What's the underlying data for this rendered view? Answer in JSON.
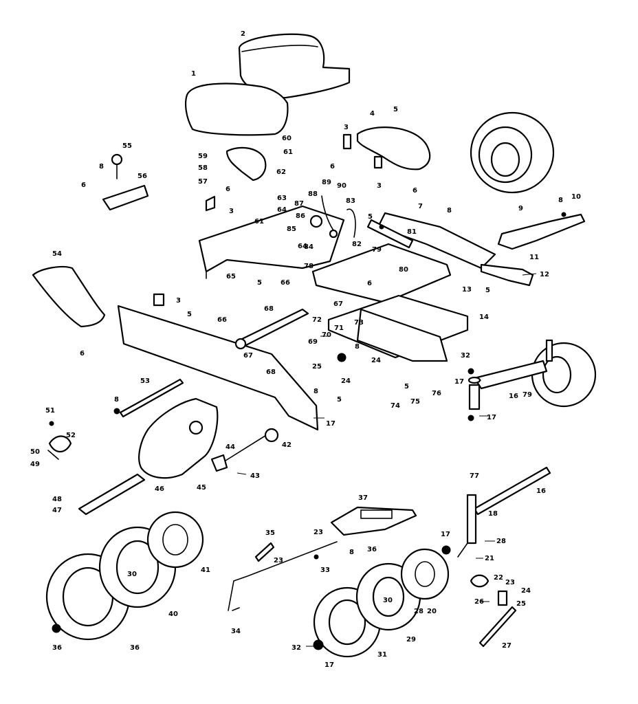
{
  "callouts": [
    "1",
    "2",
    "3",
    "3",
    "3",
    "3",
    "4",
    "5",
    "5",
    "5",
    "5",
    "5",
    "5",
    "5",
    "6",
    "6",
    "6",
    "6",
    "6",
    "6",
    "7",
    "8",
    "8",
    "8",
    "8",
    "8",
    "8",
    "8",
    "9",
    "10",
    "11",
    "12",
    "13",
    "14",
    "16",
    "16",
    "17",
    "17",
    "17",
    "17",
    "17",
    "18",
    "20",
    "21",
    "22",
    "23",
    "23",
    "23",
    "24",
    "24",
    "24",
    "25",
    "25",
    "26",
    "27",
    "28",
    "28",
    "29",
    "30",
    "30",
    "31",
    "32",
    "32",
    "33",
    "34",
    "35",
    "36",
    "36",
    "36",
    "37",
    "40",
    "41",
    "42",
    "43",
    "44",
    "45",
    "46",
    "47",
    "48",
    "49",
    "50",
    "51",
    "52",
    "53",
    "54",
    "55",
    "56",
    "57",
    "58",
    "59",
    "60",
    "61",
    "61",
    "62",
    "63",
    "64",
    "64",
    "65",
    "66",
    "66",
    "67",
    "67",
    "68",
    "68",
    "69",
    "70",
    "71",
    "72",
    "73",
    "74",
    "75",
    "76",
    "77",
    "78",
    "79",
    "79",
    "80",
    "81",
    "82",
    "83",
    "84",
    "85",
    "86",
    "87",
    "88",
    "89",
    "90"
  ]
}
